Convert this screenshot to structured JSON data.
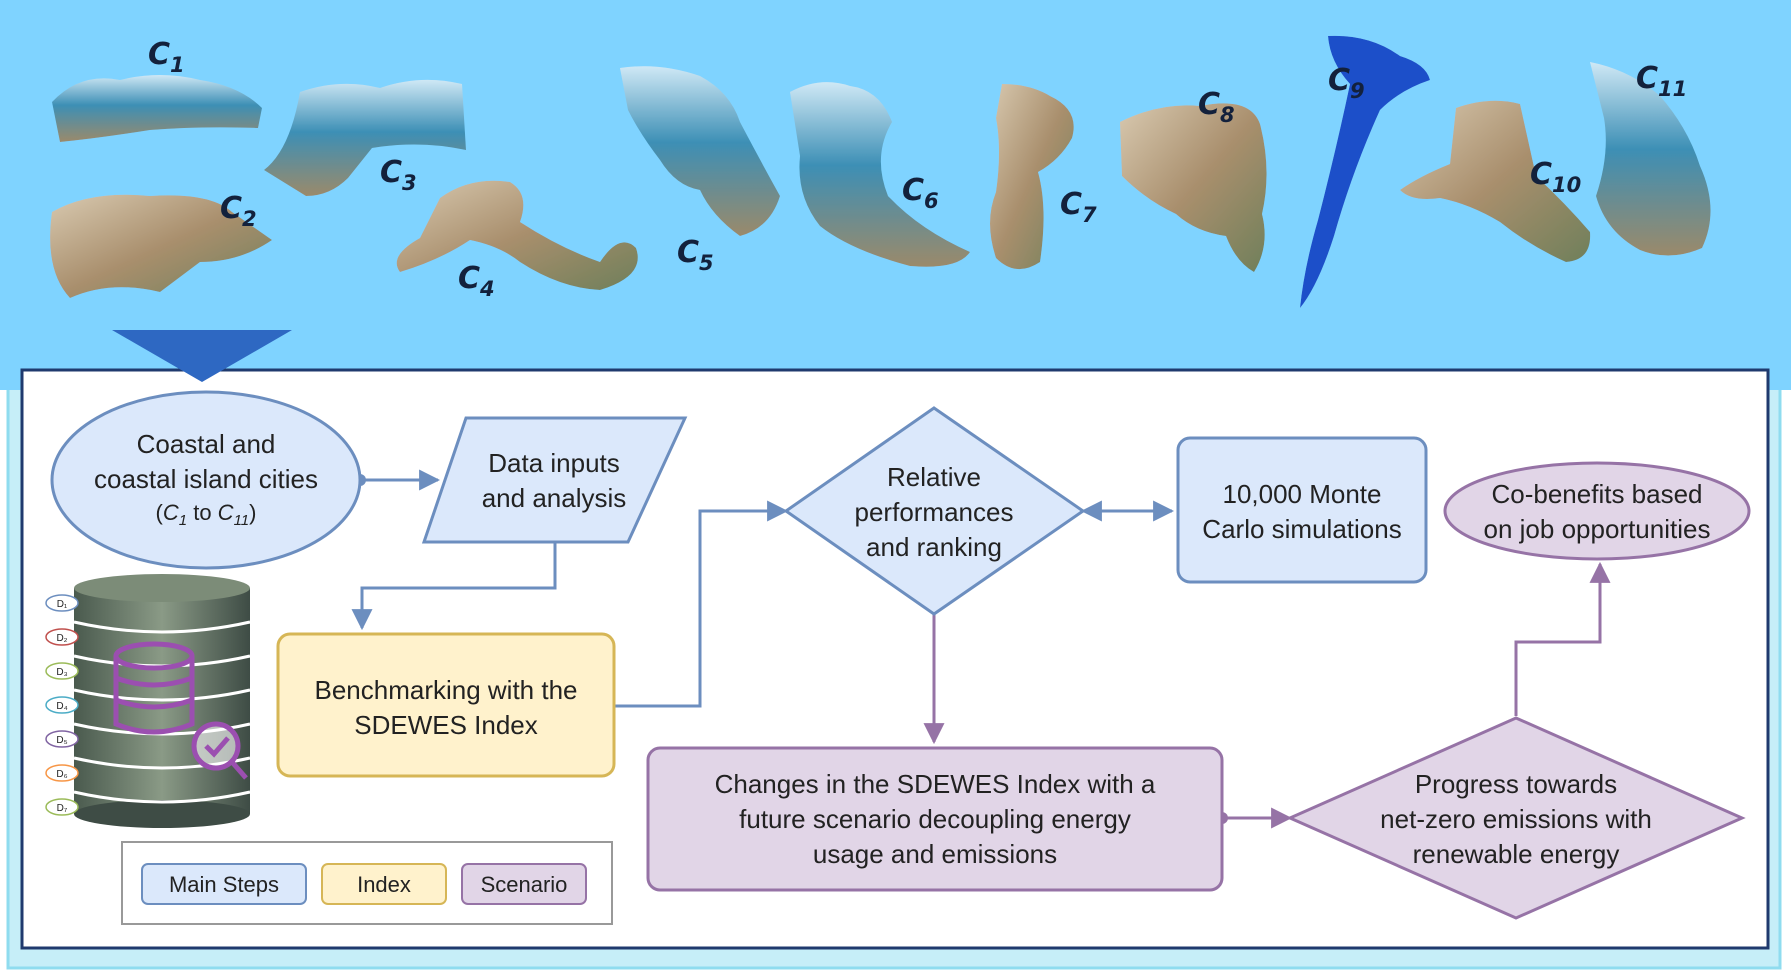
{
  "cities": [
    {
      "name": "C",
      "sub": "1"
    },
    {
      "name": "C",
      "sub": "2"
    },
    {
      "name": "C",
      "sub": "3"
    },
    {
      "name": "C",
      "sub": "4"
    },
    {
      "name": "C",
      "sub": "5"
    },
    {
      "name": "C",
      "sub": "6"
    },
    {
      "name": "C",
      "sub": "7"
    },
    {
      "name": "C",
      "sub": "8"
    },
    {
      "name": "C",
      "sub": "9"
    },
    {
      "name": "C",
      "sub": "10"
    },
    {
      "name": "C",
      "sub": "11"
    }
  ],
  "nodes": {
    "cities": {
      "line1": "Coastal and",
      "line2": "coastal island cities",
      "range_open": "(",
      "range_c1": "C",
      "range_c1_sub": "1",
      "range_to": " to ",
      "range_c11": "C",
      "range_c11_sub": "11",
      "range_close": ")"
    },
    "data_inputs": {
      "line1": "Data inputs",
      "line2": "and analysis"
    },
    "ranking": {
      "line1": "Relative",
      "line2": "performances",
      "line3": "and ranking"
    },
    "monte_carlo": {
      "line1": "10,000 Monte",
      "line2": "Carlo simulations"
    },
    "cobenefits": {
      "line1": "Co-benefits based",
      "line2": "on job opportunities"
    },
    "benchmark": {
      "line1": "Benchmarking with the",
      "line2": "SDEWES Index"
    },
    "changes": {
      "line1": "Changes in the SDEWES Index with a",
      "line2": "future scenario decoupling energy",
      "line3": "usage and emissions"
    },
    "progress": {
      "line1": "Progress towards",
      "line2": "net-zero emissions with",
      "line3": "renewable energy"
    }
  },
  "database_labels": [
    "D₁",
    "D₂",
    "D₃",
    "D₄",
    "D₅",
    "D₆",
    "D₇"
  ],
  "legend": {
    "main": "Main Steps",
    "index": "Index",
    "scenario": "Scenario"
  },
  "colors": {
    "blue_fill": "#dbe8fb",
    "blue_stroke": "#6c8ebf",
    "yellow_fill": "#fff2cc",
    "yellow_stroke": "#d6b656",
    "purple_fill": "#e1d5e7",
    "purple_stroke": "#9673a6",
    "frame": "#7fd3e8",
    "panel_border": "#1f3a6e"
  }
}
